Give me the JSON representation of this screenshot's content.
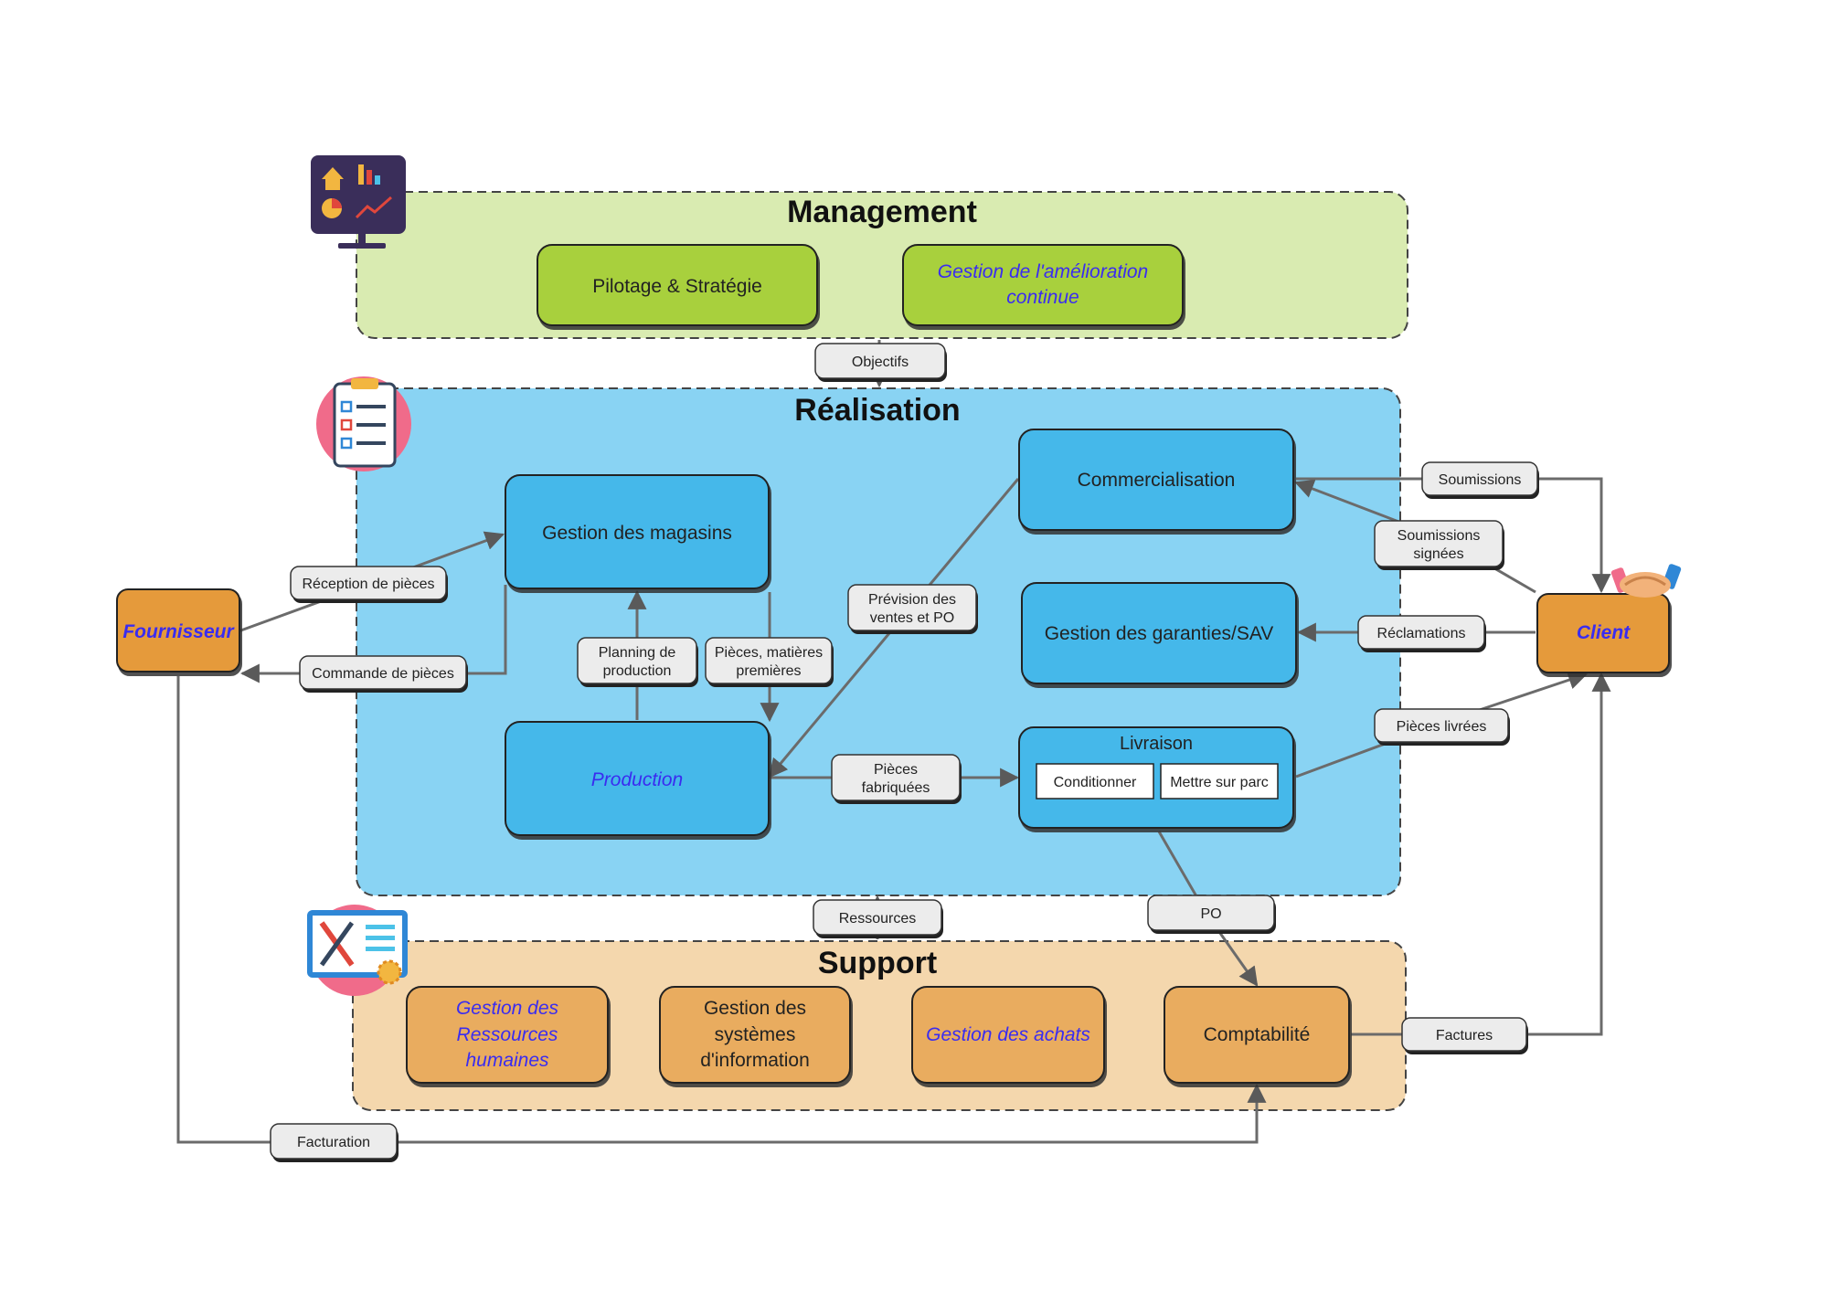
{
  "zones": {
    "management": {
      "title": "Management",
      "fill": "#d9ebb1"
    },
    "realisation": {
      "title": "Réalisation",
      "fill": "#89d3f3"
    },
    "support": {
      "title": "Support",
      "fill": "#f4d7ad"
    }
  },
  "management_boxes": {
    "pilotage": {
      "lines": [
        "Pilotage & Stratégie"
      ],
      "style": "normal"
    },
    "amelioration": {
      "lines": [
        "Gestion de l'amélioration",
        "continue"
      ],
      "style": "italic"
    }
  },
  "realisation_boxes": {
    "magasins": {
      "lines": [
        "Gestion des magasins"
      ],
      "style": "normal"
    },
    "production": {
      "lines": [
        "Production"
      ],
      "style": "italic"
    },
    "commercialisation": {
      "lines": [
        "Commercialisation"
      ],
      "style": "normal"
    },
    "garanties": {
      "lines": [
        "Gestion des garanties/SAV"
      ],
      "style": "normal"
    },
    "livraison": {
      "lines": [
        "Livraison"
      ],
      "style": "normal",
      "sub": [
        "Conditionner",
        "Mettre sur parc"
      ]
    }
  },
  "support_boxes": {
    "rh": {
      "lines": [
        "Gestion des",
        "Ressources",
        "humaines"
      ],
      "style": "italic"
    },
    "si": {
      "lines": [
        "Gestion des",
        "systèmes",
        "d'information"
      ],
      "style": "normal"
    },
    "achats": {
      "lines": [
        "Gestion des achats"
      ],
      "style": "italic"
    },
    "compta": {
      "lines": [
        "Comptabilité"
      ],
      "style": "normal"
    }
  },
  "actors": {
    "fournisseur": "Fournisseur",
    "client": "Client"
  },
  "flows": {
    "objectifs": [
      "Objectifs"
    ],
    "reception": [
      "Réception de pièces"
    ],
    "commande": [
      "Commande de pièces"
    ],
    "planning": [
      "Planning de",
      "production"
    ],
    "pieces_mp": [
      "Pièces, matières",
      "premières"
    ],
    "prevision": [
      "Prévision des",
      "ventes et PO"
    ],
    "pieces_fab": [
      "Pièces",
      "fabriquées"
    ],
    "soumissions": [
      "Soumissions"
    ],
    "soumissions_signees": [
      "Soumissions",
      "signées"
    ],
    "reclamations": [
      "Réclamations"
    ],
    "pieces_livrees": [
      "Pièces livrées"
    ],
    "ressources": [
      "Ressources"
    ],
    "po": [
      "PO"
    ],
    "factures": [
      "Factures"
    ],
    "facturation": [
      "Facturation"
    ]
  },
  "icons": {
    "management": "dashboard-monitor-icon",
    "realisation": "clipboard-checklist-icon",
    "support": "tools-monitor-icon",
    "client": "handshake-icon"
  },
  "colors": {
    "green_box": "#a8d03c",
    "blue_box": "#44b8ea",
    "orange_box": "#e9ac5f",
    "actor_box": "#e59a3a",
    "arrow": "#6b6b6b",
    "label_fill": "#ececec"
  }
}
